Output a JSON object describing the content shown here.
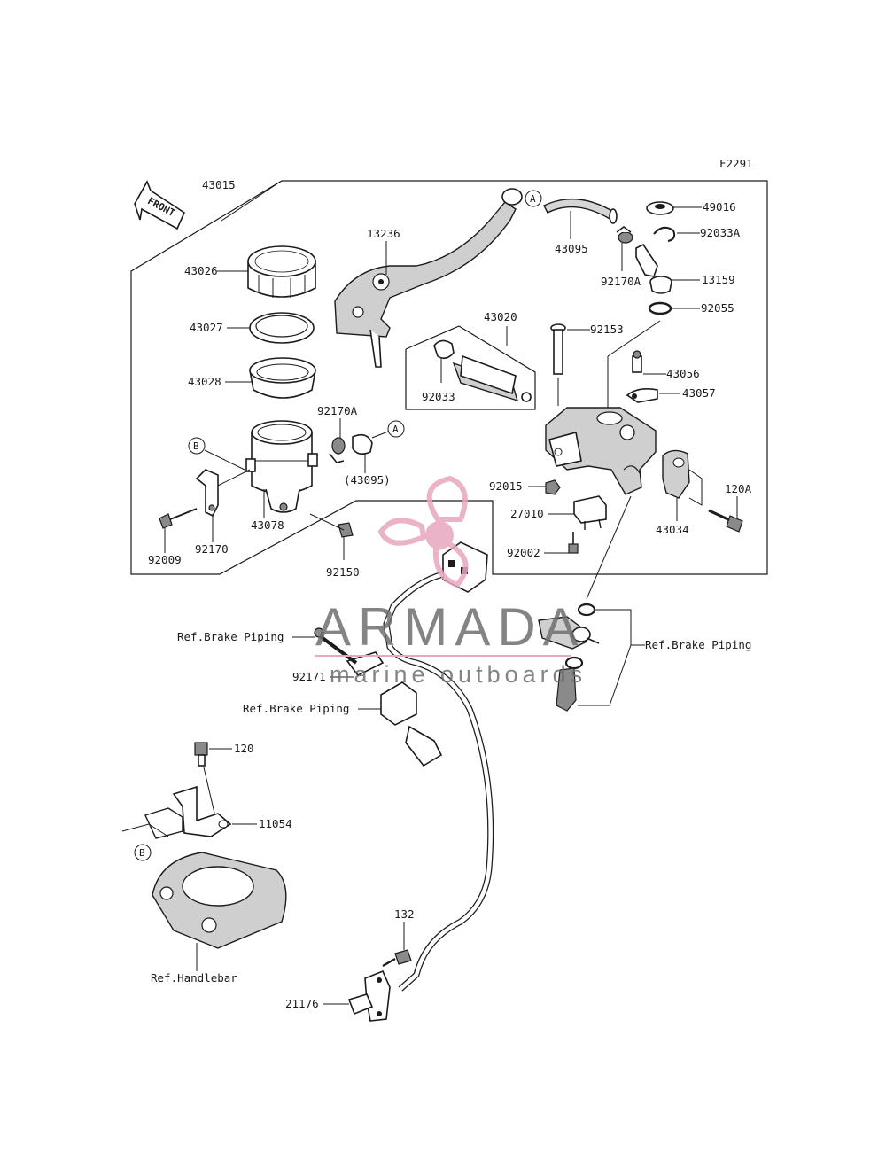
{
  "figure_code": "F2291",
  "front_arrow": "FRONT",
  "watermark": {
    "brand": "ARMADA",
    "tagline": "marine outboards",
    "accent_color": "#e8a6bf"
  },
  "callouts": {
    "A": "A",
    "B": "B"
  },
  "parts": {
    "p43015": "43015",
    "p43026": "43026",
    "p43027": "43027",
    "p43028": "43028",
    "p13236": "13236",
    "p43020": "43020",
    "p92033": "92033",
    "p43095": "43095",
    "p92170A_top": "92170A",
    "p49016": "49016",
    "p92033A": "92033A",
    "p13159": "13159",
    "p92055": "92055",
    "p92153": "92153",
    "p43056": "43056",
    "p43057": "43057",
    "p92170A_mid": "92170A",
    "p43095_paren": "(43095)",
    "p92015": "92015",
    "p120A": "120A",
    "p27010": "27010",
    "p43034": "43034",
    "p43078": "43078",
    "p92170": "92170",
    "p92009": "92009",
    "p92002": "92002",
    "p92150": "92150",
    "p92171": "92171",
    "p120": "120",
    "p11054": "11054",
    "p132": "132",
    "p21176": "21176"
  },
  "references": {
    "brake_piping_left": "Ref.Brake Piping",
    "brake_piping_right": "Ref.Brake Piping",
    "brake_piping_mid": "Ref.Brake Piping",
    "handlebar": "Ref.Handlebar"
  }
}
